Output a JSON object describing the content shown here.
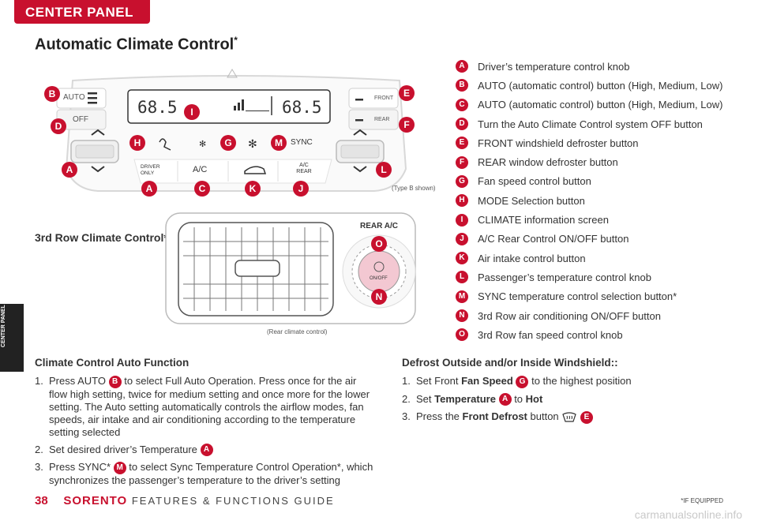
{
  "section_tab": "CENTER PANEL",
  "side_tab": "CENTER PANEL",
  "title": "Automatic Climate Control",
  "title_mark": "*",
  "panel": {
    "caption": "(Type B shown)",
    "temp_left": "68.5",
    "temp_right": "68.5",
    "auto_label": "AUTO",
    "off_label": "OFF",
    "front_label": "FRONT",
    "rear_label": "REAR",
    "sync_label": "SYNC",
    "driver_only_label": "DRIVER ONLY",
    "ac_label": "A/C",
    "ac_rear_label": "A/C REAR"
  },
  "callouts": {
    "a": "A",
    "b": "B",
    "c": "C",
    "d": "D",
    "e": "E",
    "f": "F",
    "g": "G",
    "h": "H",
    "i": "I",
    "j": "J",
    "k": "K",
    "l": "L",
    "m": "M",
    "n": "N",
    "o": "O"
  },
  "legend": [
    {
      "letter": "A",
      "text": "Driver’s temperature control knob"
    },
    {
      "letter": "B",
      "text": "AUTO (automatic control) button (High, Medium, Low)"
    },
    {
      "letter": "C",
      "text": "AUTO (automatic control) button (High, Medium, Low)"
    },
    {
      "letter": "D",
      "text": "Turn the Auto Climate Control system OFF button"
    },
    {
      "letter": "E",
      "text": "FRONT windshield defroster button"
    },
    {
      "letter": "F",
      "text": "REAR window defroster button"
    },
    {
      "letter": "G",
      "text": "Fan speed control button"
    },
    {
      "letter": "H",
      "text": "MODE Selection button"
    },
    {
      "letter": "I",
      "text": "CLIMATE information screen"
    },
    {
      "letter": "J",
      "text": "A/C Rear Control ON/OFF button"
    },
    {
      "letter": "K",
      "text": "Air intake control button"
    },
    {
      "letter": "L",
      "text": "Passenger’s temperature control knob"
    },
    {
      "letter": "M",
      "text": "SYNC temperature control selection button*"
    },
    {
      "letter": "N",
      "text": "3rd Row air conditioning ON/OFF button"
    },
    {
      "letter": "O",
      "text": "3rd Row fan speed control knob"
    }
  ],
  "third_row": {
    "label": "3rd Row Climate Control*",
    "caption": "(Rear climate control)",
    "rear_ac_label": "REAR A/C",
    "on_off_label": "ON/OFF"
  },
  "auto_function": {
    "heading": "Climate Control Auto Function",
    "step1_num": "1.",
    "step1_a": "Press AUTO",
    "step1_b": "to select Full Auto Operation. Press once for the air flow high setting, twice for medium setting and once more for the lower setting. The Auto setting automatically controls the airflow modes, fan speeds, air intake and air conditioning according to the temperature setting selected",
    "step2_num": "2.",
    "step2_a": "Set desired driver’s Temperature",
    "step3_num": "3.",
    "step3_a": "Press SYNC*",
    "step3_b": "to select Sync Temperature Control Operation*, which synchronizes the passenger’s temperature to the driver’s setting"
  },
  "defrost": {
    "heading": "Defrost Outside and/or Inside Windshield::",
    "step1_num": "1.",
    "step1_a": "Set Front",
    "step1_bold": "Fan Speed",
    "step1_b": "to the highest position",
    "step2_num": "2.",
    "step2_a": "Set",
    "step2_bold": "Temperature",
    "step2_b": "to",
    "step2_bold2": "Hot",
    "step3_num": "3.",
    "step3_a": "Press the",
    "step3_bold": "Front Defrost",
    "step3_b": "button"
  },
  "footer": {
    "page": "38",
    "brand": "SORENTO",
    "guide": "FEATURES & FUNCTIONS GUIDE",
    "if_equipped": "*IF EQUIPPED",
    "watermark": "carmanualsonline.info"
  }
}
